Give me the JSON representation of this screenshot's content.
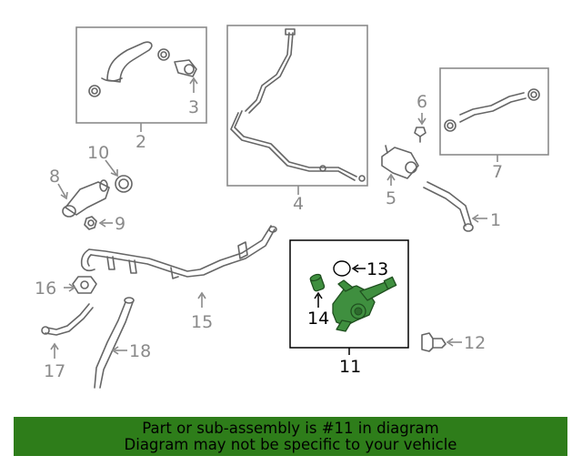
{
  "callouts": {
    "c1": "1",
    "c2": "2",
    "c3": "3",
    "c4": "4",
    "c5": "5",
    "c6": "6",
    "c7": "7",
    "c8": "8",
    "c9": "9",
    "c10": "10",
    "c11": "11",
    "c12": "12",
    "c13": "13",
    "c14": "14",
    "c15": "15",
    "c16": "16",
    "c17": "17",
    "c18": "18"
  },
  "highlighted_part": "11",
  "banner": {
    "line1": "Part or sub-assembly is #11 in diagram",
    "line2": "Diagram may not be specific to your vehicle"
  },
  "colors": {
    "highlight": "#3f8f3f",
    "banner": "#2e7d1a",
    "line": "#8a8a8a"
  }
}
